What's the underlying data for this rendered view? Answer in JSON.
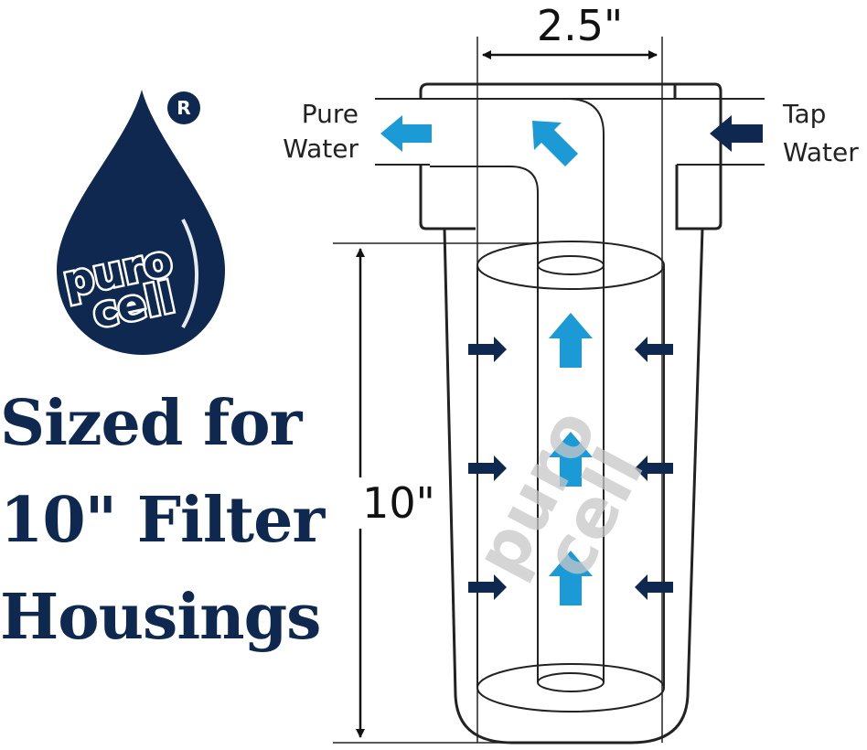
{
  "brand": {
    "logo_text": "puro cell",
    "registered_mark": "R",
    "colors": {
      "navy": "#0f2850",
      "light_blue": "#1b9ad6",
      "watermark": "#c8c8c8"
    }
  },
  "headline": {
    "lines": [
      "Sized for",
      "10\" Filter",
      "Housings"
    ]
  },
  "diagram": {
    "width_label": "2.5\"",
    "height_label": "10\"",
    "outlet_label": [
      "Pure",
      "Water"
    ],
    "inlet_label": [
      "Tap",
      "Water"
    ],
    "watermark": "puro cell",
    "icons": [
      "arrow-left-icon",
      "arrow-up-left-icon",
      "arrow-right-icon",
      "arrow-up-icon",
      "arrow-left-icon"
    ]
  }
}
